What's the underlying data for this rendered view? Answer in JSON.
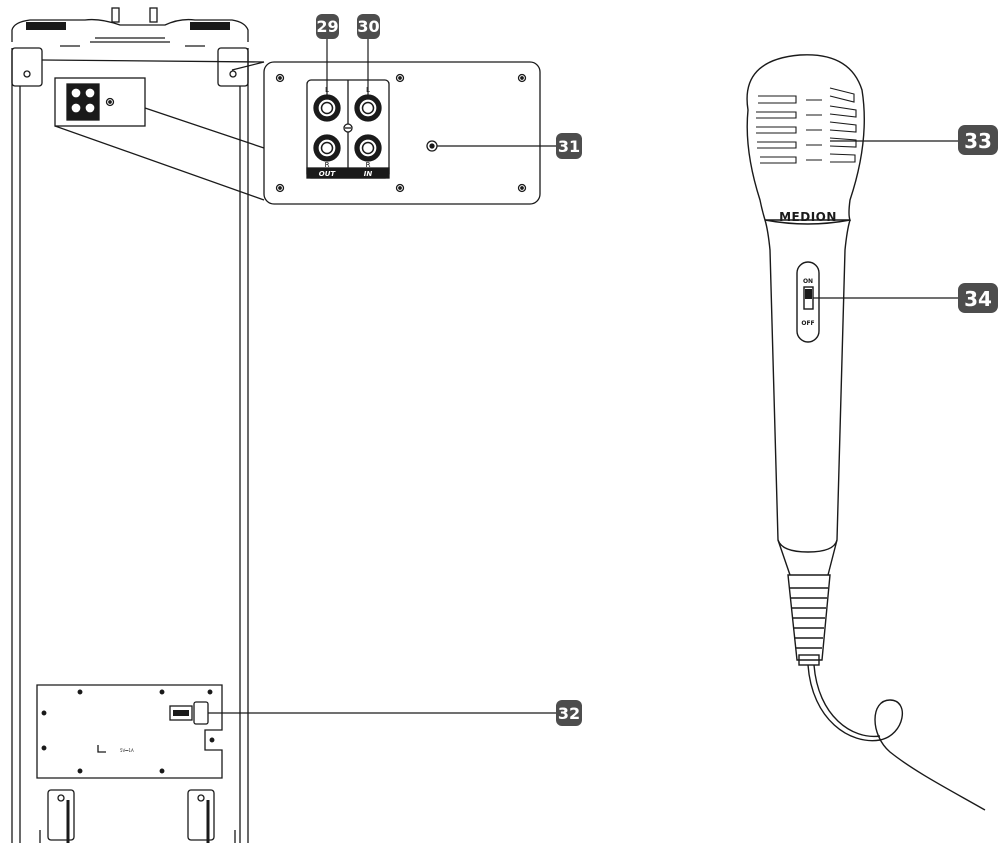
{
  "colors": {
    "badge": "#4d4d4d",
    "line": "#1a1a1a",
    "panel": "#ffffff"
  },
  "callouts": {
    "c29": "29",
    "c30": "30",
    "c31": "31",
    "c32": "32",
    "c33": "33",
    "c34": "34"
  },
  "jacks": {
    "left": "L",
    "right": "R",
    "out_label": "OUT",
    "in_label": "IN"
  },
  "microphone": {
    "brand": "MEDION",
    "switch_on": "ON",
    "switch_off": "OFF"
  },
  "speaker": {
    "small_mark": "5V⎓1A"
  }
}
